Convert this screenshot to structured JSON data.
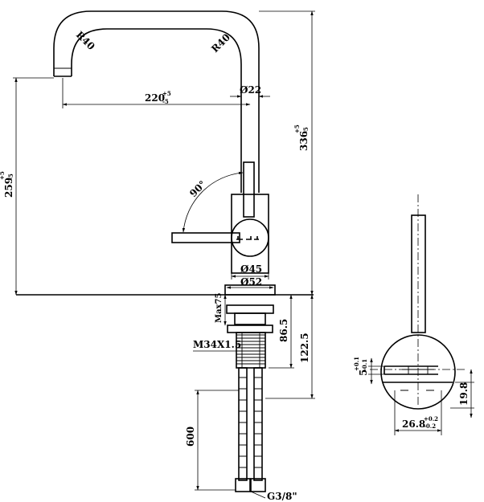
{
  "front_view": {
    "spout_radius_left": "R40",
    "spout_radius_right": "R40",
    "reach": {
      "value": "220",
      "tol_upper": "+5",
      "tol_lower": "-5"
    },
    "spout_diameter": "Ø22",
    "total_height": {
      "value": "336",
      "tol_upper": "+5",
      "tol_lower": "-5"
    },
    "spout_height": {
      "value": "259",
      "tol_upper": "+5",
      "tol_lower": "-5"
    },
    "lever_angle": "90°",
    "body_diameter": "Ø45",
    "base_diameter": "Ø52",
    "max_deck_thickness": "Max75",
    "shank_height": "86.5",
    "shank_total": "122.5",
    "thread": "M34X1.5",
    "hose_length": "600",
    "connection": "G3/8\""
  },
  "side_view": {
    "lever_height": {
      "value": "5",
      "tol_upper": "+0.1",
      "tol_lower": "-0.1"
    },
    "offset": "19.8",
    "width": {
      "value": "26.8",
      "tol_upper": "+0.2",
      "tol_lower": "-0.2"
    }
  }
}
